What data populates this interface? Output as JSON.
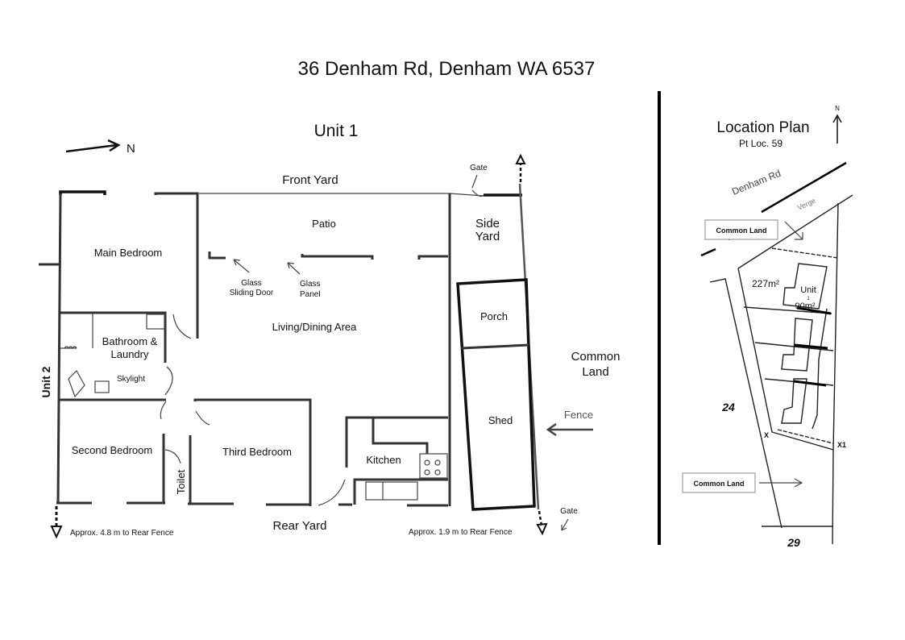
{
  "title": "36 Denham Rd, Denham WA 6537",
  "floor_plan": {
    "title": "Unit 1",
    "north_label": "N",
    "labels": {
      "front_yard": "Front Yard",
      "gate_top": "Gate",
      "side_yard_1": "Side",
      "side_yard_2": "Yard",
      "patio": "Patio",
      "main_bedroom": "Main Bedroom",
      "glass_sliding_door_1": "Glass",
      "glass_sliding_door_2": "Sliding Door",
      "glass_panel_1": "Glass",
      "glass_panel_2": "Panel",
      "living_dining": "Living/Dining Area",
      "bathroom_1": "Bathroom &",
      "bathroom_2": "Laundry",
      "skylight": "Skylight",
      "unit2": "Unit 2",
      "porch": "Porch",
      "shed": "Shed",
      "common_land_1": "Common",
      "common_land_2": "Land",
      "fence": "Fence",
      "second_bedroom": "Second Bedroom",
      "toilet": "Toilet",
      "third_bedroom": "Third Bedroom",
      "kitchen": "Kitchen",
      "rear_yard": "Rear Yard",
      "gate_bottom": "Gate",
      "rear_fence_left": "Approx. 4.8 m to Rear Fence",
      "rear_fence_right": "Approx. 1.9 m to Rear Fence"
    }
  },
  "location_plan": {
    "title": "Location Plan",
    "subtitle": "Pt Loc. 59",
    "north_label": "N",
    "road": "Denham Rd",
    "verge": "Verge",
    "common_land_top": "Common Land",
    "common_land_bottom": "Common Land",
    "lot_area": "227m²",
    "unit_label": "Unit",
    "unit_number": "1",
    "unit_area": "90m²",
    "lot_24": "24",
    "lot_29": "29",
    "mark_x": "X",
    "mark_x1": "X1"
  }
}
